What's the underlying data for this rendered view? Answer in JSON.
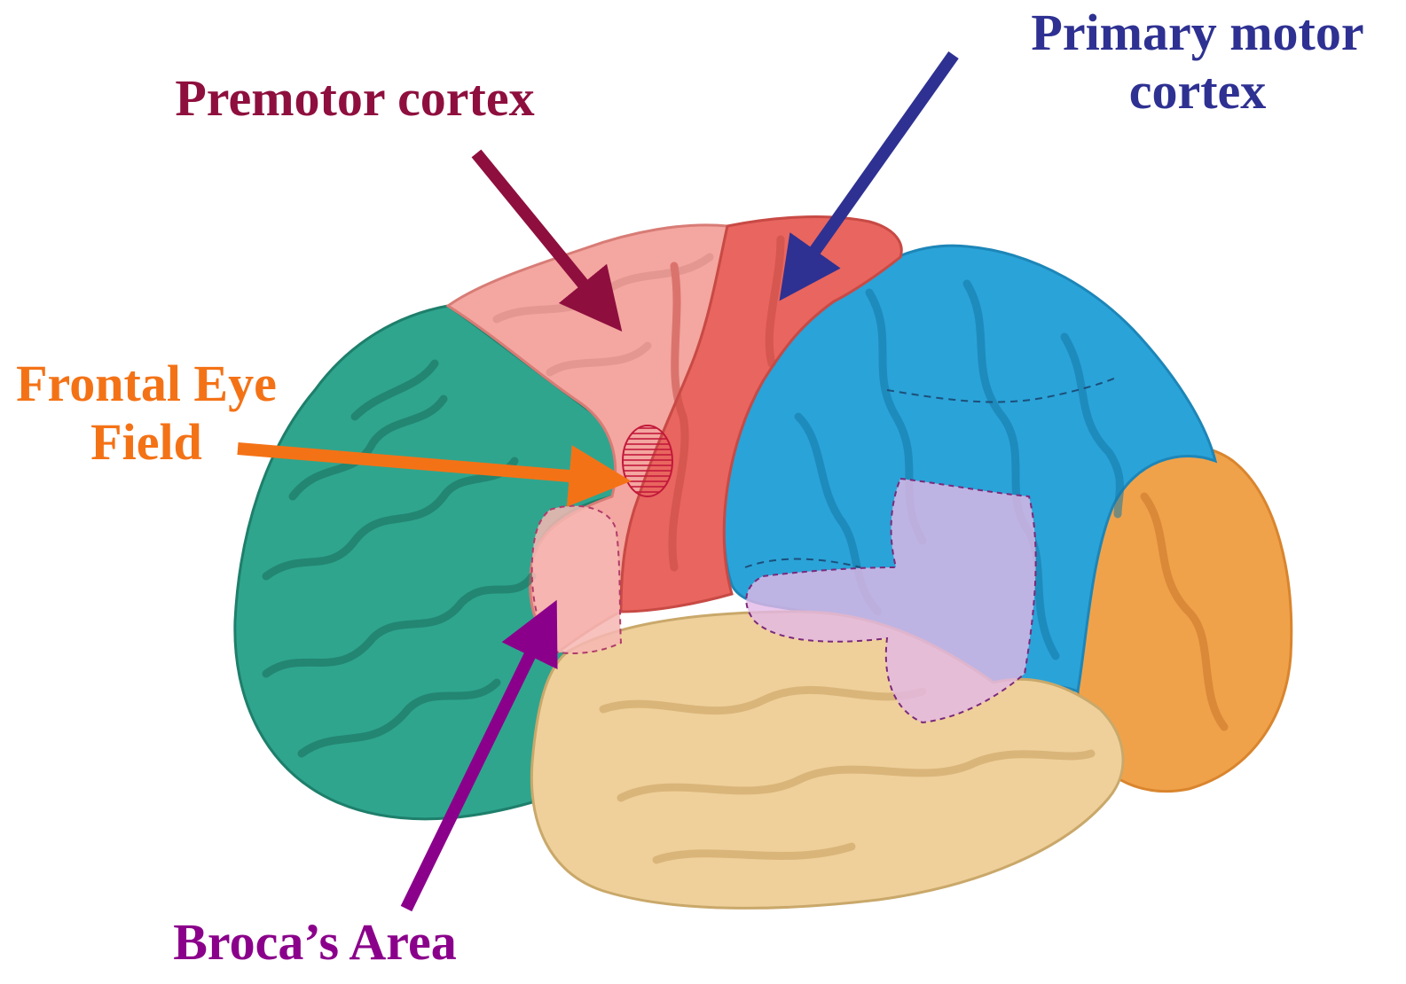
{
  "labels": {
    "premotor": {
      "lines": [
        "Premotor cortex"
      ],
      "color": "#8e0f3e"
    },
    "primary_motor": {
      "lines": [
        "Primary motor",
        "cortex"
      ],
      "color": "#2e3192"
    },
    "frontal_eye_field": {
      "lines": [
        "Frontal Eye",
        "Field"
      ],
      "color": "#f47216"
    },
    "broca": {
      "lines": [
        "Broca’s Area"
      ],
      "color": "#8b008b"
    }
  },
  "region_colors": {
    "prefrontal": "#2fa58e",
    "premotor": "#f4a6a0",
    "primary_motor": "#e9655f",
    "parietal": "#2aa3d8",
    "occipital": "#f0a24a",
    "temporal": "#efd09a",
    "wernicke_overlay": "#e4b8e6"
  }
}
